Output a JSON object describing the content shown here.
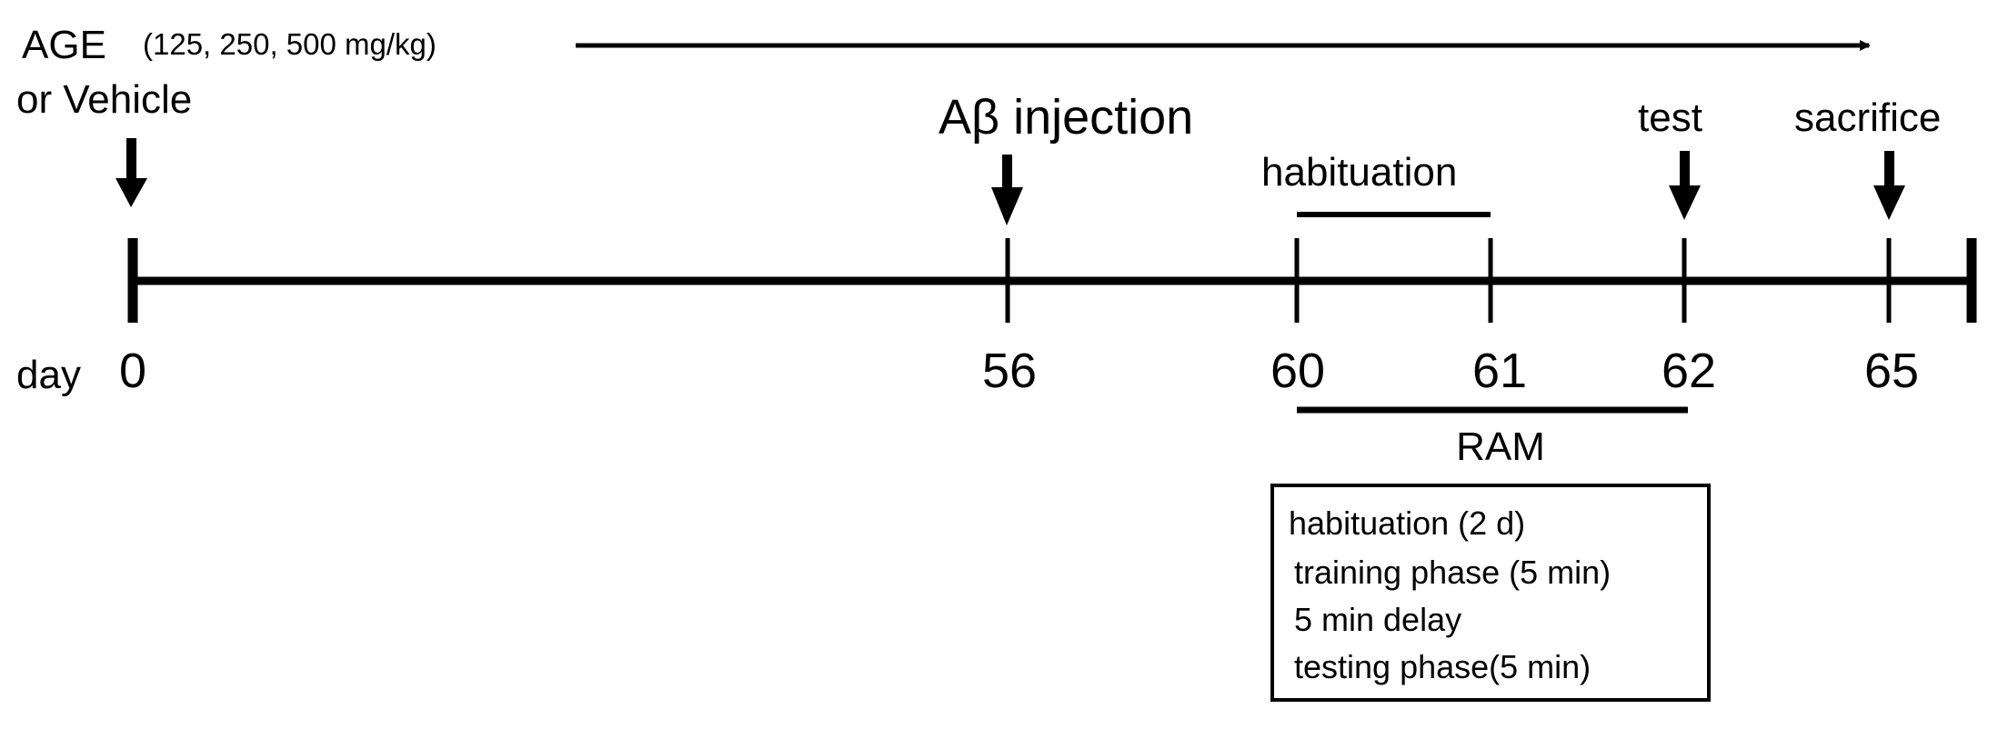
{
  "treatment": {
    "agent": "AGE",
    "doses": "(125, 250, 500 mg/kg)",
    "alt": "or Vehicle"
  },
  "events": {
    "abeta": "Aβ injection",
    "habituation": "habituation",
    "test": "test",
    "sacrifice": "sacrifice"
  },
  "timeline": {
    "day_label": "day",
    "days": [
      "0",
      "56",
      "60",
      "61",
      "62",
      "65"
    ]
  },
  "ram": {
    "label": "RAM",
    "protocol": [
      "habituation (2 d)",
      "training phase (5 min)",
      "5 min delay",
      "testing phase(5 min)"
    ]
  }
}
